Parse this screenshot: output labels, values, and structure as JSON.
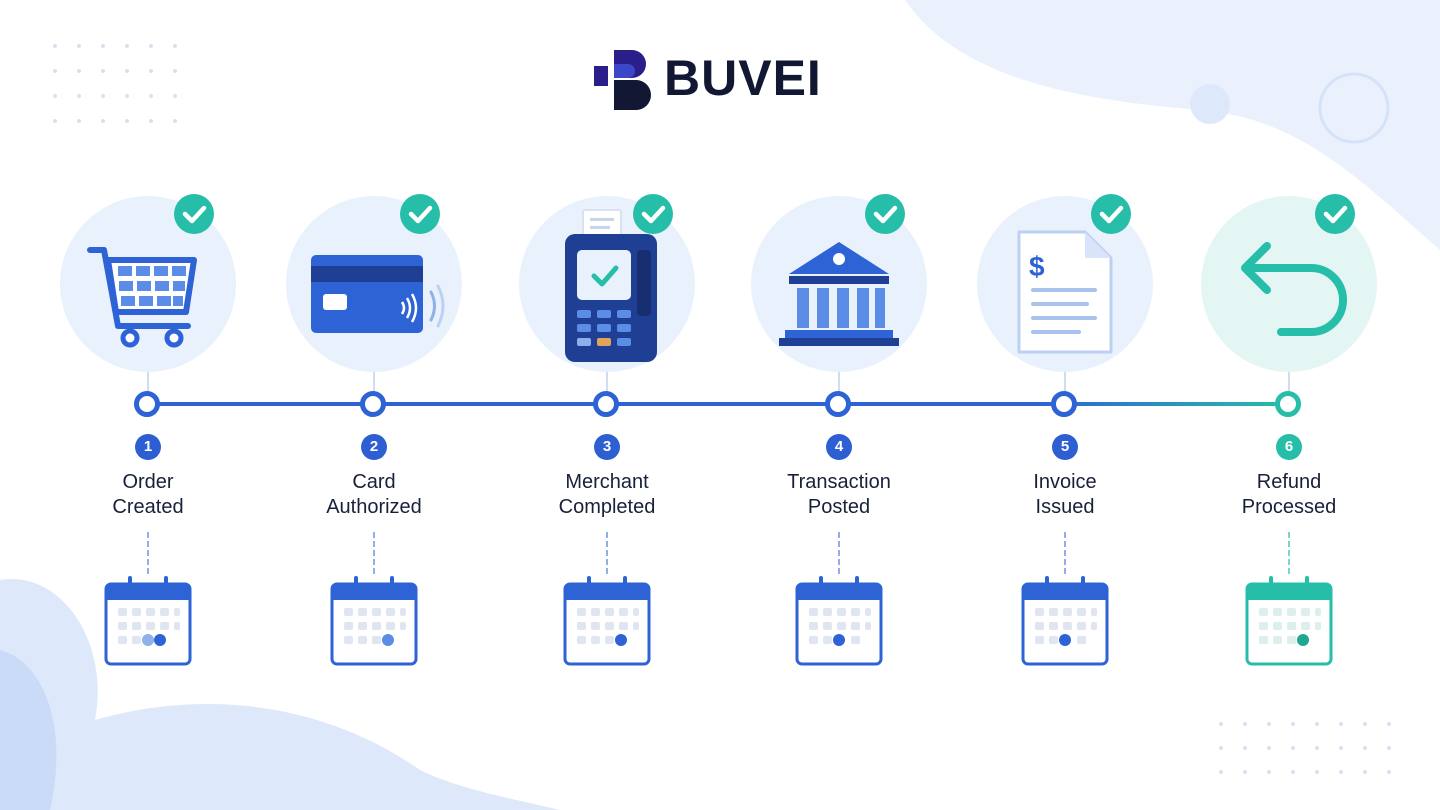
{
  "brand": {
    "name": "BUVEI"
  },
  "colors": {
    "primary": "#2e63d6",
    "primary_dark": "#1f3f94",
    "accent_teal": "#26bea9",
    "text": "#19203a",
    "icon_bg": "#e9f1fd"
  },
  "steps": [
    {
      "number": "1",
      "label_line1": "Order",
      "label_line2": "Created",
      "icon": "shopping-cart-icon",
      "status": "completed",
      "theme": "blue",
      "day_dot": 2
    },
    {
      "number": "2",
      "label_line1": "Card",
      "label_line2": "Authorized",
      "icon": "credit-card-icon",
      "status": "completed",
      "theme": "blue",
      "day_dot": 2
    },
    {
      "number": "3",
      "label_line1": "Merchant",
      "label_line2": "Completed",
      "icon": "pos-terminal-icon",
      "status": "completed",
      "theme": "blue",
      "day_dot": 3
    },
    {
      "number": "4",
      "label_line1": "Transaction",
      "label_line2": "Posted",
      "icon": "bank-icon",
      "status": "completed",
      "theme": "blue",
      "day_dot": 1
    },
    {
      "number": "5",
      "label_line1": "Invoice",
      "label_line2": "Issued",
      "icon": "invoice-icon",
      "status": "completed",
      "theme": "blue",
      "day_dot": 1
    },
    {
      "number": "6",
      "label_line1": "Refund",
      "label_line2": "Processed",
      "icon": "refund-arrow-icon",
      "status": "completed",
      "theme": "teal",
      "day_dot": 3
    }
  ]
}
